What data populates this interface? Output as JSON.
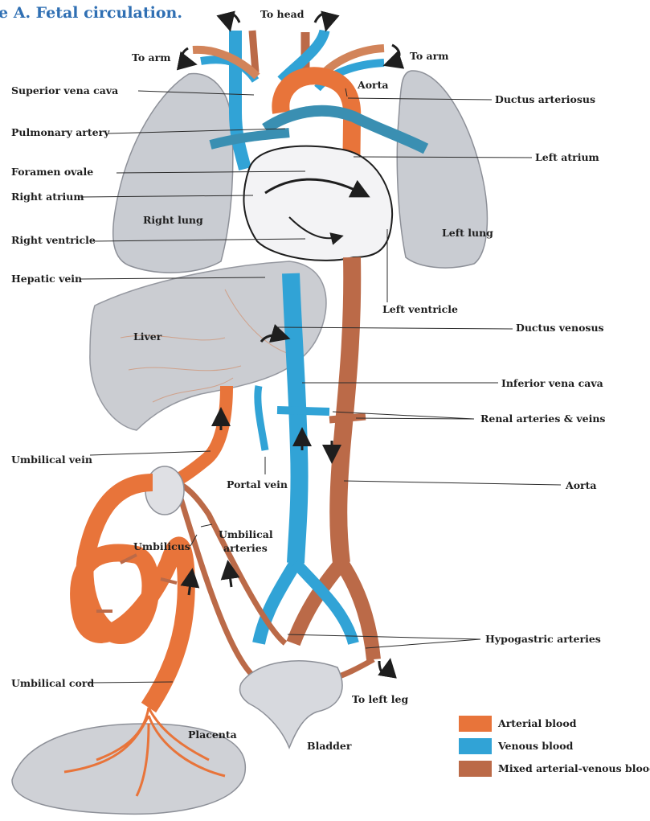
{
  "title": "e A. Fetal circulation.",
  "labels": {
    "to_head": "To head",
    "to_arm_left": "To arm",
    "to_arm_right": "To arm",
    "superior_vena_cava": "Superior vena cava",
    "aorta_top": "Aorta",
    "ductus_arteriosus": "Ductus arteriosus",
    "pulmonary_artery": "Pulmonary artery",
    "left_atrium": "Left atrium",
    "foramen_ovale": "Foramen ovale",
    "right_atrium": "Right atrium",
    "right_lung": "Right lung",
    "left_lung": "Left lung",
    "right_ventricle": "Right ventricle",
    "hepatic_vein": "Hepatic vein",
    "left_ventricle": "Left ventricle",
    "liver": "Liver",
    "ductus_venosus": "Ductus venosus",
    "inferior_vena_cava": "Inferior vena cava",
    "renal_arteries_veins": "Renal arteries & veins",
    "umbilical_vein": "Umbilical vein",
    "portal_vein": "Portal vein",
    "aorta_lower": "Aorta",
    "umbilical_arteries_1": "Umbilical",
    "umbilical_arteries_2": "arteries",
    "umbilicus": "Umbilicus",
    "hypogastric_arteries": "Hypogastric arteries",
    "umbilical_cord": "Umbilical cord",
    "to_left_leg": "To left leg",
    "placenta": "Placenta",
    "bladder": "Bladder"
  },
  "legend": [
    {
      "label": "Arterial blood",
      "color": "#e8743a"
    },
    {
      "label": "Venous blood",
      "color": "#31a3d6"
    },
    {
      "label": "Mixed arterial-venous blood",
      "color": "#bb6a48"
    }
  ],
  "colors": {
    "arterial": "#e8743a",
    "venous": "#31a3d6",
    "mixed": "#bb6a48",
    "lung": "#c9ccd2",
    "liver": "#c7c9cf",
    "title": "#2f6fb3"
  }
}
